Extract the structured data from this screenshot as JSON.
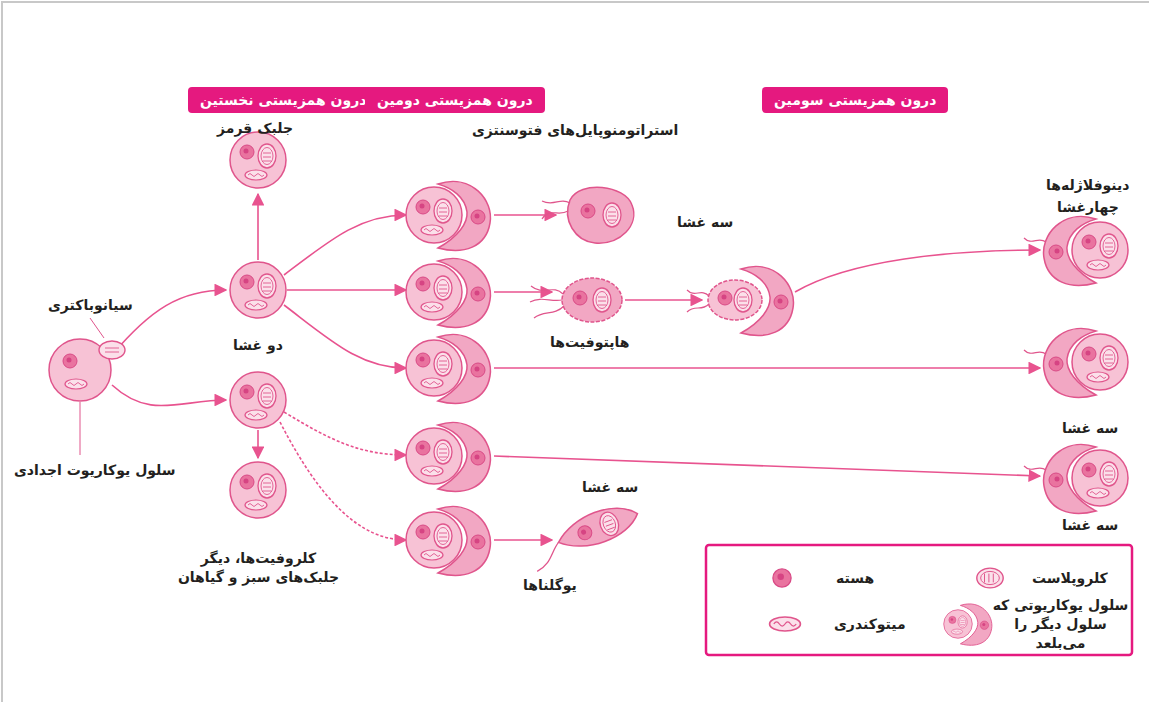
{
  "diagram": {
    "nodes": [
      {
        "text": [
          "درون همزیستی نخستین"
        ]
      },
      {
        "text": [
          "درون همزیستی دومین"
        ]
      },
      {
        "text": [
          "درون همزیستی سومین"
        ]
      }
    ],
    "labels": [
      "جلبک قرمز",
      "استراتومنوپایل‌های فتوسنتزی",
      "دینوفلاژله‌ها",
      "سه غشا",
      "چهارغشا",
      "سیانوباکتری",
      "هاپتوفیت‌ها",
      "دو غشا",
      "سه غشا",
      "سلول یوکاریوت اجدادی",
      "سه غشا",
      "سه غشا",
      "یوگلناها",
      "کلروفیت‌ها، دیگر جلبک‌های سبز و گیاهان"
    ],
    "legend": [
      {
        "text": "کلروپلاست"
      },
      {
        "text": "هسته"
      },
      {
        "text": "سلول یوکاریوتی که سلول دیگر را می‌بلعد"
      },
      {
        "text": "میتوکندری"
      }
    ]
  }
}
